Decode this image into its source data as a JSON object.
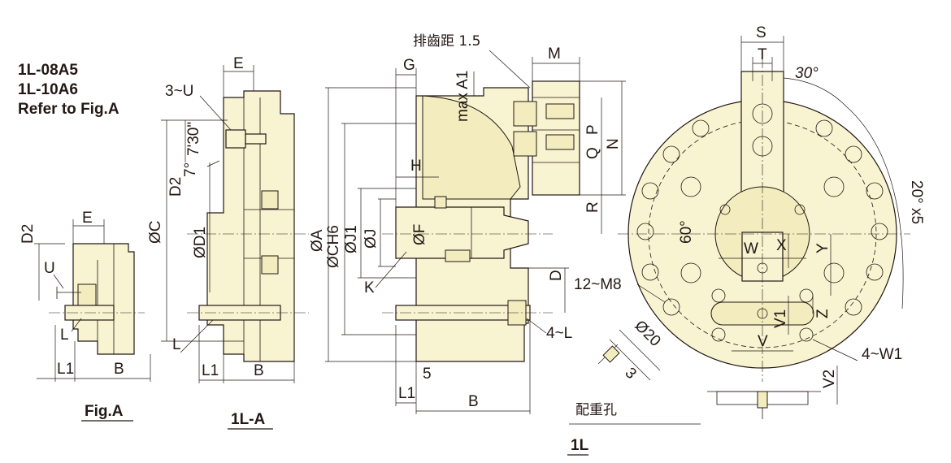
{
  "header": {
    "models_line1": "1L-08A5",
    "models_line2": "1L-10A6",
    "refer": "Refer to Fig.A"
  },
  "figA": {
    "caption": "Fig.A",
    "labels": {
      "D2": "D2",
      "E": "E",
      "U": "U",
      "L": "L",
      "L1": "L1",
      "B": "B"
    }
  },
  "fig1LA": {
    "caption": "1L-A",
    "labels": {
      "E": "E",
      "U": "3~U",
      "C": "ØC",
      "D2": "D2",
      "D1": "ØD1",
      "angle1": "7°",
      "angle2": "7'30\"",
      "L": "L",
      "L1": "L1",
      "B": "B"
    }
  },
  "fig1L": {
    "caption": "1L",
    "labels": {
      "pitch": "排齒距 1.5",
      "M": "M",
      "G": "G",
      "maxA1": "max A1",
      "P": "P",
      "Q": "Q",
      "N": "N",
      "R": "R",
      "H": "H",
      "A": "ØA",
      "CH6": "ØCH6",
      "J1": "ØJ1",
      "J": "ØJ",
      "F": "ØF",
      "K": "K",
      "D": "D",
      "L": "4~L",
      "L1": "L1",
      "five": "5",
      "B": "B"
    }
  },
  "frontView": {
    "labels": {
      "S": "S",
      "T": "T",
      "deg30": "30°",
      "deg20": "20° x5",
      "deg60": "60°",
      "W": "W",
      "X": "X",
      "Y": "Y",
      "V1": "V1",
      "Z": "Z",
      "V": "V",
      "M8": "12~M8",
      "W1": "4~W1",
      "V2": "V2",
      "dia20": "Ø20",
      "three": "3",
      "balance": "配重孔"
    }
  },
  "colors": {
    "body": "#f8f3d0",
    "line": "#231815"
  }
}
